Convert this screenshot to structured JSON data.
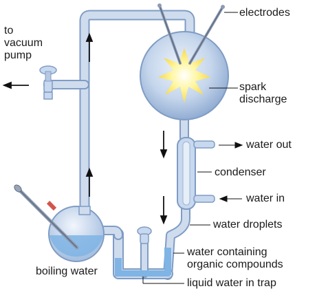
{
  "labels": {
    "to_vacuum_pump": [
      "to",
      "vacuum",
      "pump"
    ],
    "electrodes": "electrodes",
    "spark_discharge": [
      "spark",
      "discharge"
    ],
    "water_out": "water out",
    "condenser": "condenser",
    "water_in": "water in",
    "water_droplets": "water droplets",
    "water_containing": [
      "water containing",
      "organic compounds"
    ],
    "boiling_water": "boiling water",
    "liquid_water_in_trap": "liquid water in trap"
  },
  "colors": {
    "glass": "#b9cde4",
    "glass_edge": "#7f9cc4",
    "water": "#7fb4e4",
    "spark": "#fff27a",
    "arrow": "#111111"
  }
}
